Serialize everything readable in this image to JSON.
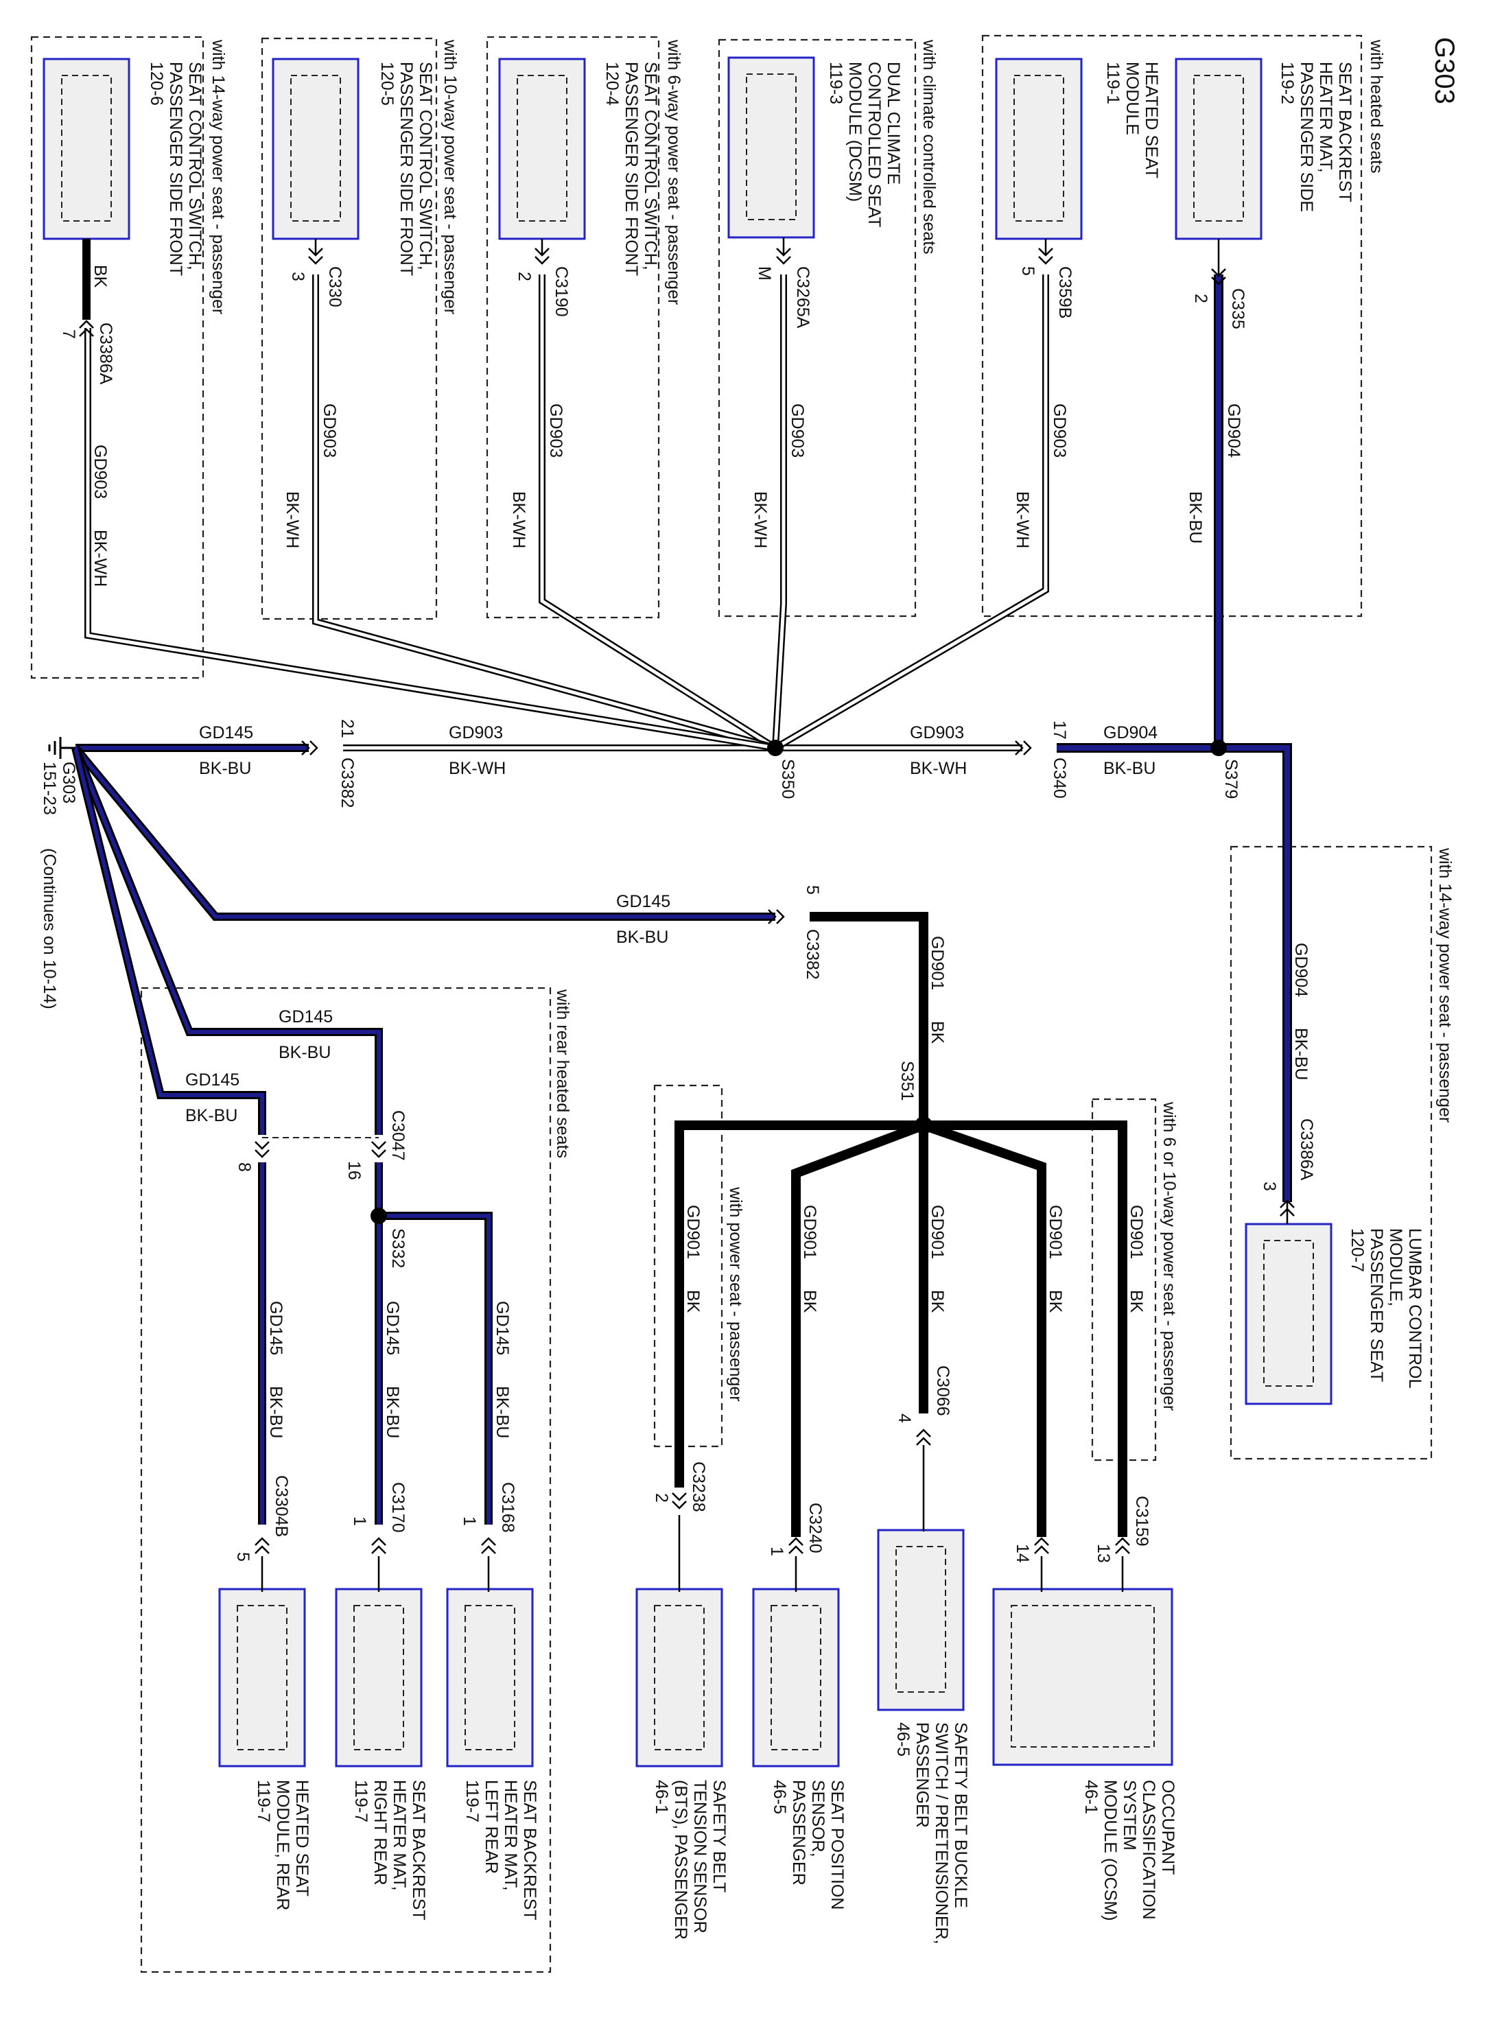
{
  "title": "G303",
  "ground": {
    "id": "G303",
    "ref": "151-23",
    "continues": "(Continues on 10-14)"
  },
  "groups": {
    "heated_seats": "with heated seats",
    "climate_seats": "with climate controlled seats",
    "six_way": "with 6-way power seat - passenger",
    "ten_way": "with 10-way power seat - passenger",
    "fourteen_way_top": "with 14-way power seat - passenger",
    "fourteen_way_right": "with 14-way power seat - passenger",
    "rear_heated": "with rear heated seats",
    "power_seat": "with power seat - passenger",
    "six_or_ten": "with 6 or 10-way power seat - passenger"
  },
  "components": {
    "backrest_pass": [
      "SEAT BACKREST",
      "HEATER MAT,",
      "PASSENGER SIDE",
      "119-2"
    ],
    "heated_module": [
      "HEATED SEAT",
      "MODULE",
      "119-1"
    ],
    "dcsm": [
      "DUAL CLIMATE",
      "CONTROLLED SEAT",
      "MODULE (DCSM)",
      "119-3"
    ],
    "switch_6": [
      "SEAT CONTROL SWITCH,",
      "PASSENGER SIDE FRONT",
      "120-4"
    ],
    "switch_10": [
      "SEAT CONTROL SWITCH,",
      "PASSENGER SIDE FRONT",
      "120-5"
    ],
    "switch_14": [
      "SEAT CONTROL SWITCH,",
      "PASSENGER SIDE FRONT",
      "120-6"
    ],
    "lumbar": [
      "LUMBAR CONTROL",
      "MODULE,",
      "PASSENGER SEAT",
      "120-7"
    ],
    "ocsm": [
      "OCCUPANT",
      "CLASSIFICATION",
      "SYSTEM",
      "MODULE (OCSM)",
      "46-1"
    ],
    "buckle": [
      "SAFETY BELT BUCKLE",
      "SWITCH / PRETENSIONER,",
      "PASSENGER",
      "46-5"
    ],
    "position": [
      "SEAT POSITION",
      "SENSOR,",
      "PASSENGER",
      "46-5"
    ],
    "bts": [
      "SAFETY BELT",
      "TENSION SENSOR",
      "(BTS), PASSENGER",
      "46-1"
    ],
    "backrest_lr": [
      "SEAT BACKREST",
      "HEATER MAT,",
      "LEFT REAR",
      "119-7"
    ],
    "backrest_rr": [
      "SEAT BACKREST",
      "HEATER MAT,",
      "RIGHT REAR",
      "119-7"
    ],
    "heated_rear": [
      "HEATED SEAT",
      "MODULE, REAR",
      "119-7"
    ]
  },
  "wires": {
    "gd145": "GD145",
    "gd901": "GD901",
    "gd903": "GD903",
    "gd904": "GD904",
    "bk": "BK",
    "bkbu": "BK-BU",
    "bkwh": "BK-WH"
  },
  "splices": {
    "s350": "S350",
    "s379": "S379",
    "s351": "S351",
    "s332": "S332"
  },
  "connectors": {
    "c335": "C335",
    "c359b": "C359B",
    "c3265a": "C3265A",
    "c3190": "C3190",
    "c330": "C330",
    "c3386a": "C3386A",
    "c3382": "C3382",
    "c340": "C340",
    "c3047": "C3047",
    "c3159": "C3159",
    "c3066": "C3066",
    "c3240": "C3240",
    "c3238": "C3238",
    "c3168": "C3168",
    "c3170": "C3170",
    "c3304b": "C3304B"
  },
  "pins": {
    "p2": "2",
    "p5": "5",
    "pM": "M",
    "p3": "3",
    "p7": "7",
    "p21": "21",
    "p17": "17",
    "p8": "8",
    "p16": "16",
    "p13": "13",
    "p14": "14",
    "p4": "4",
    "p1": "1"
  },
  "colors": {
    "blue": "#1c1c8c",
    "black": "#000000",
    "white": "#ffffff",
    "box_border": "#2323c8",
    "box_fill": "#efefef"
  }
}
